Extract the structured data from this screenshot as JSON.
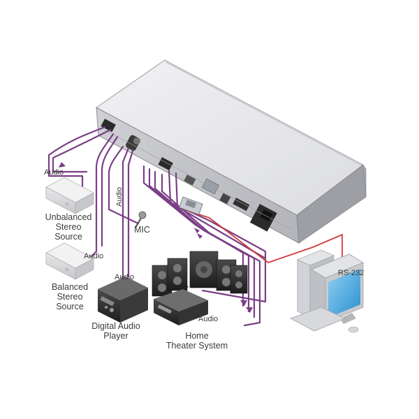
{
  "labels": {
    "audio_unbalanced": "Audio",
    "unbalanced_source": [
      "Unbalanced",
      "Stereo",
      "Source"
    ],
    "audio_balanced": "Audio",
    "balanced_source": [
      "Balanced",
      "Stereo",
      "Source"
    ],
    "audio_mic": "Audio",
    "mic": "MIC",
    "audio_player": "Audio",
    "player": [
      "Digital Audio",
      "Player"
    ],
    "audio_home": "Audio",
    "home_theater": [
      "Home",
      "Theater System"
    ],
    "rs232": "RS-232"
  },
  "colors": {
    "audio_cable": "#7b3f86",
    "rs232_cable": "#d23b3b",
    "chassis_top": "#e9e9ec",
    "chassis_front": "#d6d6da",
    "chassis_back": "#bfc0c5"
  },
  "icons": [
    "unbalanced-source-icon",
    "balanced-source-icon",
    "microphone-icon",
    "digital-audio-player-icon",
    "home-theater-speakers-icon",
    "computer-icon"
  ]
}
